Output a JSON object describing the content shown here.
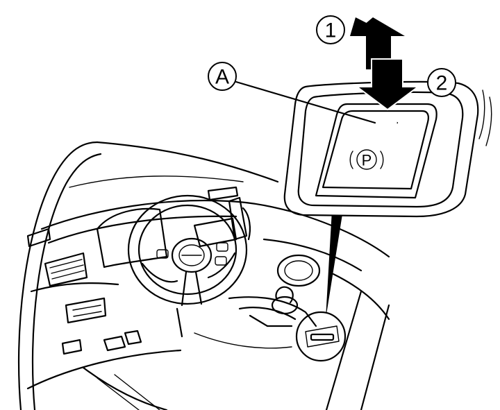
{
  "diagram": {
    "callouts": {
      "one": "1",
      "two": "2",
      "a": "A"
    },
    "switch_symbol": "P",
    "colors": {
      "line": "#000000",
      "background": "#ffffff",
      "arrow": "#000000"
    },
    "icons": [
      "up-arrow-icon",
      "down-arrow-icon",
      "parking-brake-icon",
      "steering-wheel-icon"
    ]
  }
}
